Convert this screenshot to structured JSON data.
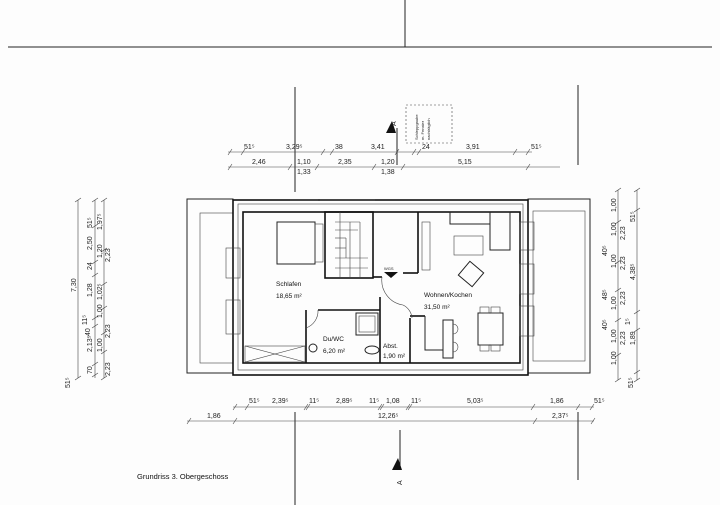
{
  "caption": "Grundriss 3. Obergeschoss",
  "section_marker": "A",
  "stair_label": "WGS",
  "dormer_note": [
    "Schleppgaube",
    "m. Fenster",
    "nachträglich"
  ],
  "rooms": [
    {
      "name": "Schlafen",
      "area": "18,65 m²"
    },
    {
      "name": "Du/WC",
      "area": "6,20 m²"
    },
    {
      "name": "Abst.",
      "area": "1,90 m²"
    },
    {
      "name": "Wohnen/Kochen",
      "area": "31,50 m²"
    }
  ],
  "dimensions": {
    "top_row1": [
      "51⁵",
      "3,29⁵",
      "38",
      "3,41",
      "24",
      "3,91",
      "51⁵"
    ],
    "top_row2": [
      "2,46",
      "1,10",
      "1,33",
      "2,35",
      "1,20",
      "1,38",
      "5,15"
    ],
    "bottom_row1": [
      "51⁵",
      "2,39⁵",
      "11⁵",
      "2,89⁵",
      "11⁵",
      "1,08",
      "11⁵",
      "5,03⁵",
      "1,86",
      "51⁵"
    ],
    "bottom_row2": [
      "1,86",
      "12,26⁵",
      "2,37⁵"
    ],
    "left": [
      "7,30",
      "51⁵",
      "51⁵",
      "2,50",
      "24",
      "1,28",
      "11⁵",
      "40",
      "2,13⁵",
      "70",
      "1,97⁵",
      "1,20",
      "1,02⁵",
      "1,00",
      "1,00",
      "2,23",
      "2,23",
      "2,23"
    ],
    "right": [
      "1,00",
      "1,00",
      "40⁵",
      "1,00",
      "48⁵",
      "1,00",
      "40⁵",
      "1,00",
      "1,00",
      "2,23",
      "2,23",
      "2,23",
      "2,23",
      "51⁵",
      "4,38⁵",
      "1⁵",
      "1,89",
      "51⁵"
    ]
  }
}
